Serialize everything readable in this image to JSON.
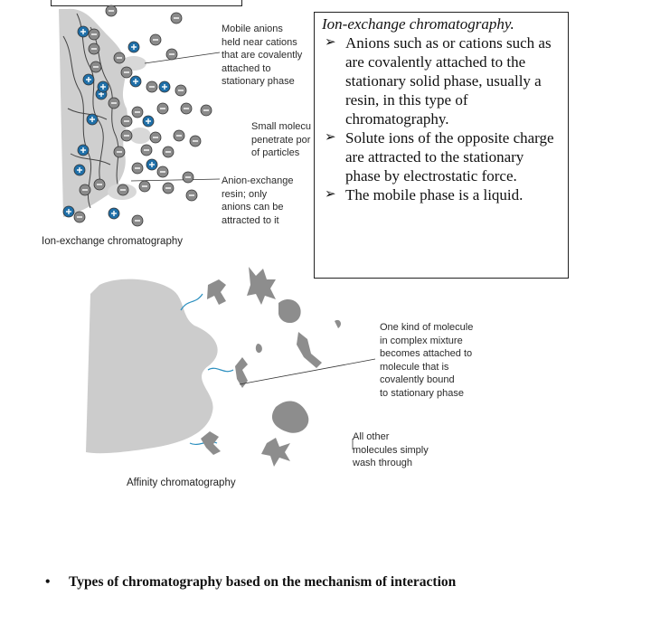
{
  "ion_figure": {
    "label_mobile_anions": [
      "Mobile anions",
      "held near cations",
      "that are covalently",
      "attached to",
      "stationary phase"
    ],
    "label_small_molecules": [
      "Small molecu",
      "penetrate por",
      "of particles"
    ],
    "label_resin": [
      "Anion-exchange",
      "resin; only",
      "anions can be",
      "attracted to it"
    ],
    "caption": "Ion-exchange chromatography"
  },
  "ion_box": {
    "title": "Ion-exchange chromatography.",
    "bullets": [
      "Anions such as or cations such as are covalently attached to the stationary solid phase, usually a resin, in this type of chromatography.",
      "Solute ions of the opposite charge are attracted to the stationary phase by electrostatic force.",
      "The mobile phase is a liquid."
    ]
  },
  "affinity_figure": {
    "label_attached": [
      "One kind of molecule",
      "in complex mixture",
      "becomes attached to",
      "molecule that is",
      "covalently bound",
      "to stationary phase"
    ],
    "label_wash": [
      "All other",
      "molecules simply",
      "wash through"
    ],
    "caption": "Affinity chromatography"
  },
  "bottom_bullet": "Types of chromatography based on the mechanism of interaction",
  "colors": {
    "plus_ion": "#1f6fa8",
    "minus_ion": "#8a8a8a",
    "resin": "#c9c9c9",
    "molecule": "#9a9a9a"
  }
}
